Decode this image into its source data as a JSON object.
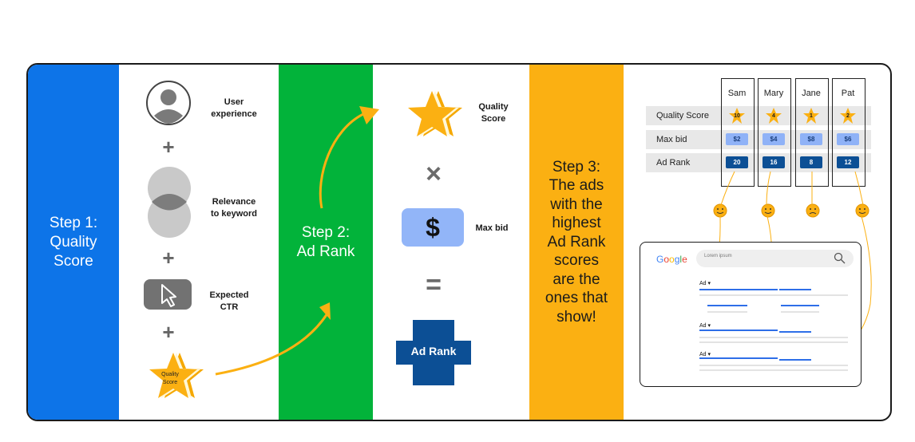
{
  "step1": {
    "label_lines": [
      "Step 1:",
      "Quality",
      "Score"
    ]
  },
  "step2": {
    "label_lines": [
      "Step 2:",
      "Ad Rank"
    ]
  },
  "step3": {
    "label_lines": [
      "Step 3:",
      "The ads",
      "with the",
      "highest",
      "Ad Rank",
      "scores",
      "are the",
      "ones that",
      "show!"
    ]
  },
  "factors": {
    "user_experience": [
      "User",
      "experience"
    ],
    "relevance": [
      "Relevance",
      "to keyword"
    ],
    "ctr": [
      "Expected",
      "CTR"
    ],
    "quality_star": [
      "Quality",
      "Score"
    ]
  },
  "formula": {
    "quality_score": [
      "Quality",
      "Score"
    ],
    "times": "×",
    "dollar": "$",
    "max_bid": "Max bid",
    "equals": "=",
    "ad_rank": "Ad Rank"
  },
  "table": {
    "row_labels": [
      "Quality Score",
      "Max bid",
      "Ad Rank"
    ],
    "columns": [
      {
        "name": "Sam",
        "quality": "10",
        "bid": "$2",
        "rank": "20",
        "face": "happy"
      },
      {
        "name": "Mary",
        "quality": "4",
        "bid": "$4",
        "rank": "16",
        "face": "happy"
      },
      {
        "name": "Jane",
        "quality": "1",
        "bid": "$8",
        "rank": "8",
        "face": "sad"
      },
      {
        "name": "Pat",
        "quality": "2",
        "bid": "$6",
        "rank": "12",
        "face": "happy"
      }
    ]
  },
  "google": {
    "logo": "Google",
    "search_text": "Lorem ipsum",
    "ad_labels": [
      "Ad ▾",
      "Ad ▾",
      "Ad ▾"
    ]
  },
  "colors": {
    "blue": "#0d74e8",
    "green": "#02b33a",
    "orange": "#fbb012",
    "navy": "#0c4f95",
    "light_blue": "#92b5f8"
  }
}
